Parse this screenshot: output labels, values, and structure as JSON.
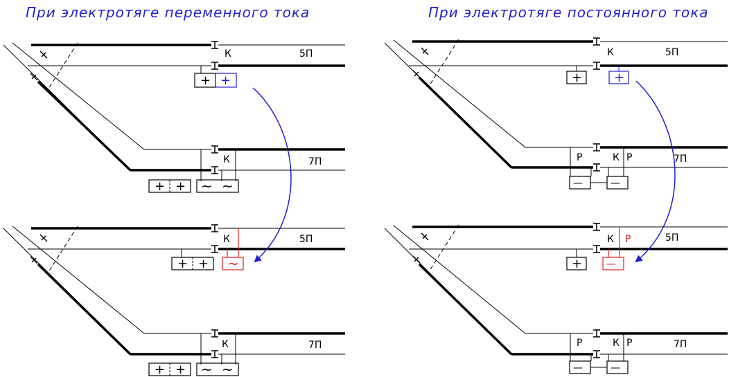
{
  "titles": {
    "ac": "При электротяге переменного тока",
    "dc": "При электротяге постоянного тока"
  },
  "labels": {
    "track_5": "5П",
    "track_7": "7П",
    "joint_k": "К",
    "relay_p": "Р",
    "plus": "+",
    "minus": "—",
    "ac_wave": "~"
  },
  "colors": {
    "title": "#1f1fd0",
    "arrow": "#1f1fd0",
    "highlight": "#e02020",
    "line": "#000000"
  }
}
